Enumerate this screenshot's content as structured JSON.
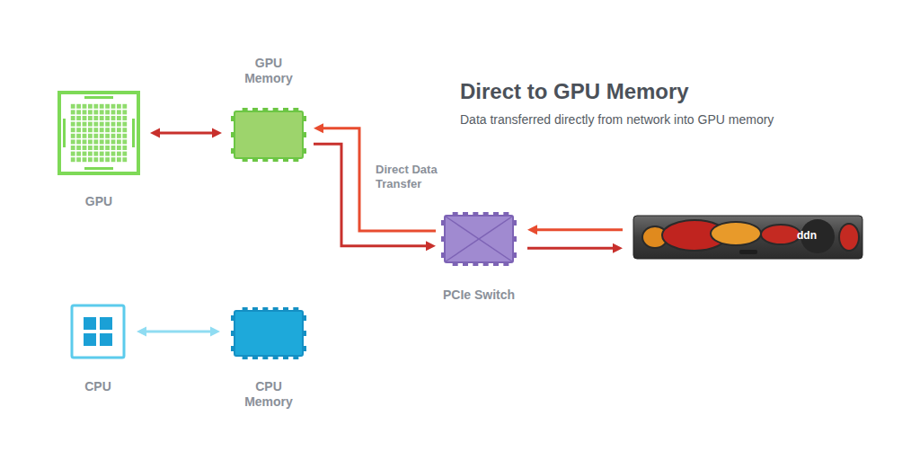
{
  "diagram": {
    "title": "Direct to GPU Memory",
    "caption": "Data transferred directly from network into GPU memory",
    "nodes": [
      {
        "text": [
          "GPU"
        ]
      },
      {
        "text": [
          "GPU Memory"
        ]
      },
      {
        "text": [
          "PCIe Switch"
        ]
      },
      {
        "text": [
          "ddn"
        ]
      },
      {
        "text": [
          "CPU"
        ]
      },
      {
        "text": [
          "CPU Memory"
        ]
      }
    ],
    "edges": [
      {
        "from": 0,
        "to": 1,
        "arrow": "both"
      },
      {
        "from": 2,
        "to": 1,
        "arrow": "to",
        "label": "Direct Data Transfer"
      },
      {
        "from": 1,
        "to": 2,
        "arrow": "to"
      },
      {
        "from": 3,
        "to": 2,
        "arrow": "to"
      },
      {
        "from": 2,
        "to": 3,
        "arrow": "to"
      },
      {
        "from": 4,
        "to": 5,
        "arrow": "both"
      }
    ]
  }
}
